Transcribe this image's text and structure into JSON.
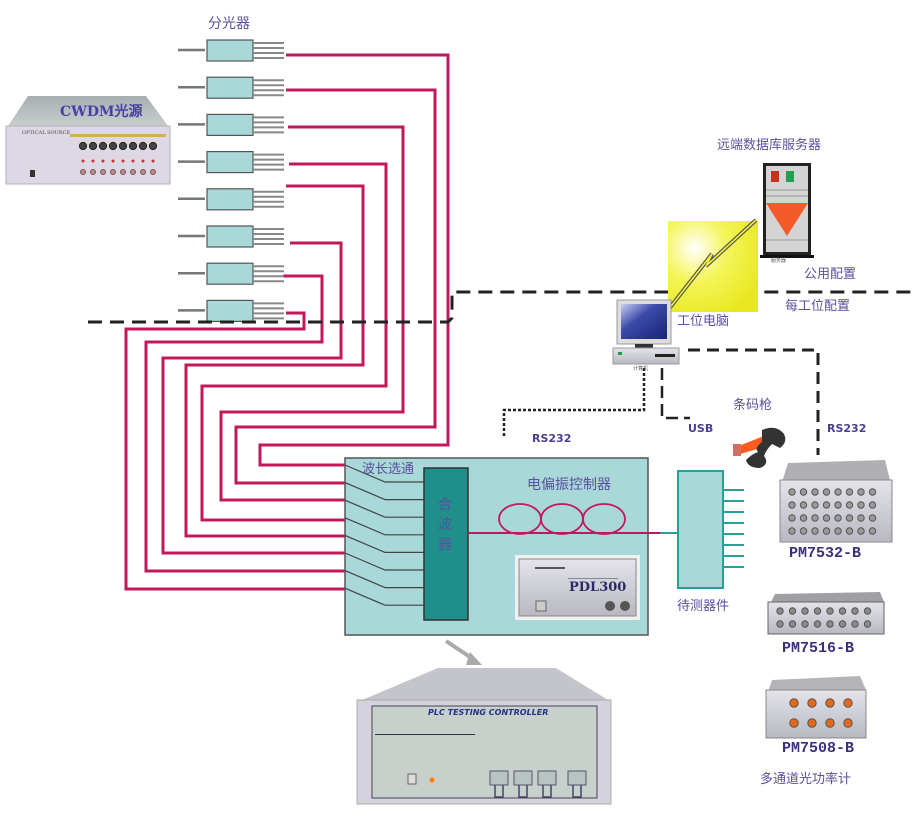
{
  "diagram": {
    "title_labels": {
      "splitter": "分光器",
      "cwdm_source": "CWDM光源",
      "cwdm_panel_text": "OPTICAL SOURCE",
      "remote_server": "远端数据库服务器",
      "server_caption": "服务器",
      "shared_config": "公用配置",
      "per_station_config": "每工位配置",
      "workstation_pc": "工位电脑",
      "pc_caption": "计算机",
      "barcode_scanner": "条码枪",
      "usb": "USB",
      "rs232_left": "RS232",
      "rs232_right": "RS232",
      "wavelength_select": "波长选通",
      "combiner": "合波器",
      "polarization_controller": "电偏振控制器",
      "pdl_device": "PDL300",
      "dut": "待测器件",
      "plc_controller": "PLC TESTING CONTROLLER",
      "power_meter_32": "PM7532-B",
      "power_meter_16": "PM7516-B",
      "power_meter_8": "PM7508-B",
      "multichannel_power_meter": "多通道光功率计"
    },
    "splitter_count": 8,
    "splitter_outputs_each": 4,
    "combiner_inputs": 8,
    "dut_outputs": 8,
    "polarization_loops": 3,
    "colors": {
      "fiber": "#c2185b",
      "box_fill": "#a8d8d8",
      "combiner_fill": "#1f8f8a",
      "label": "#5b4fa0",
      "dashed": "#222222",
      "dut_stroke": "#2a9d9a",
      "lightning_bg": "#f2f23a"
    }
  }
}
